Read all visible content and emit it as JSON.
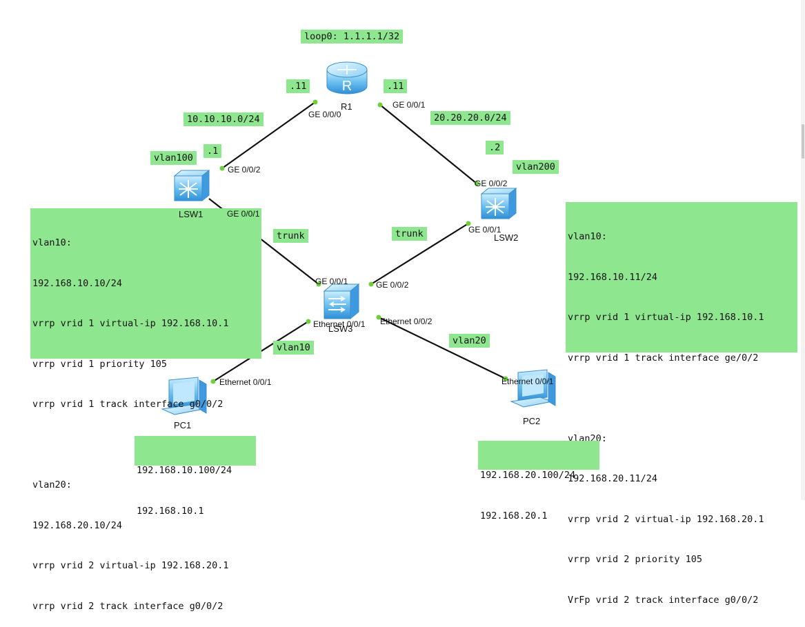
{
  "devices": {
    "r1": {
      "name": "R1",
      "glyph": "R",
      "icon": "router-icon"
    },
    "lsw1": {
      "name": "LSW1",
      "icon": "l3-switch-icon"
    },
    "lsw2": {
      "name": "LSW2",
      "icon": "l3-switch-icon"
    },
    "lsw3": {
      "name": "LSW3",
      "icon": "l2-switch-icon"
    },
    "pc1": {
      "name": "PC1",
      "icon": "pc-icon"
    },
    "pc2": {
      "name": "PC2",
      "icon": "pc-icon"
    }
  },
  "ports": {
    "r1_ge000": "GE 0/0/0",
    "r1_ge001": "GE 0/0/1",
    "lsw1_ge002": "GE 0/0/2",
    "lsw1_ge001": "GE 0/0/1",
    "lsw2_ge002": "GE 0/0/2",
    "lsw2_ge001": "GE 0/0/1",
    "lsw3_ge001": "GE 0/0/1",
    "lsw3_ge002": "GE 0/0/2",
    "lsw3_eth001": "Ethernet 0/0/1",
    "lsw3_eth002": "Ethernet 0/0/2",
    "pc1_eth001": "Ethernet 0/0/1",
    "pc2_eth001": "Ethernet 0/0/1"
  },
  "labels": {
    "loop0": "loop0: 1.1.1.1/32",
    "r1_left_ip": ".11",
    "r1_right_ip": ".11",
    "net_left": "10.10.10.0/24",
    "net_right": "20.20.20.0/24",
    "lsw1_ip": ".1",
    "lsw2_ip": ".2",
    "vlan100": "vlan100",
    "vlan200": "vlan200",
    "trunk_left": "trunk",
    "trunk_right": "trunk",
    "vlan10": "vlan10",
    "vlan20": "vlan20"
  },
  "configs": {
    "lsw1": [
      "vlan10:",
      "192.168.10.10/24",
      "vrrp vrid 1 virtual-ip 192.168.10.1",
      "vrrp vrid 1 priority 105",
      "vrrp vrid 1 track interface g0/0/2",
      "",
      "vlan20:",
      "192.168.20.10/24",
      "vrrp vrid 2 virtual-ip 192.168.20.1",
      "vrrp vrid 2 track interface g0/0/2"
    ],
    "lsw2": [
      "vlan10:",
      "192.168.10.11/24",
      "vrrp vrid 1 virtual-ip 192.168.10.1",
      "vrrp vrid 1 track interface ge/0/2",
      "",
      "vlan20:",
      "192.168.20.11/24",
      "vrrp vrid 2 virtual-ip 192.168.20.1",
      "vrrp vrid 2 priority 105",
      "VrFp vrid 2 track interface g0/0/2"
    ],
    "pc1": [
      "192.168.10.100/24",
      "192.168.10.1"
    ],
    "pc2": [
      "192.168.20.100/24",
      "192.168.20.1"
    ]
  },
  "colors": {
    "label_bg": "#8ee68e",
    "link": "#111111",
    "port_dot": "#6ecf3a",
    "device_blue": "#4aa8e8"
  }
}
